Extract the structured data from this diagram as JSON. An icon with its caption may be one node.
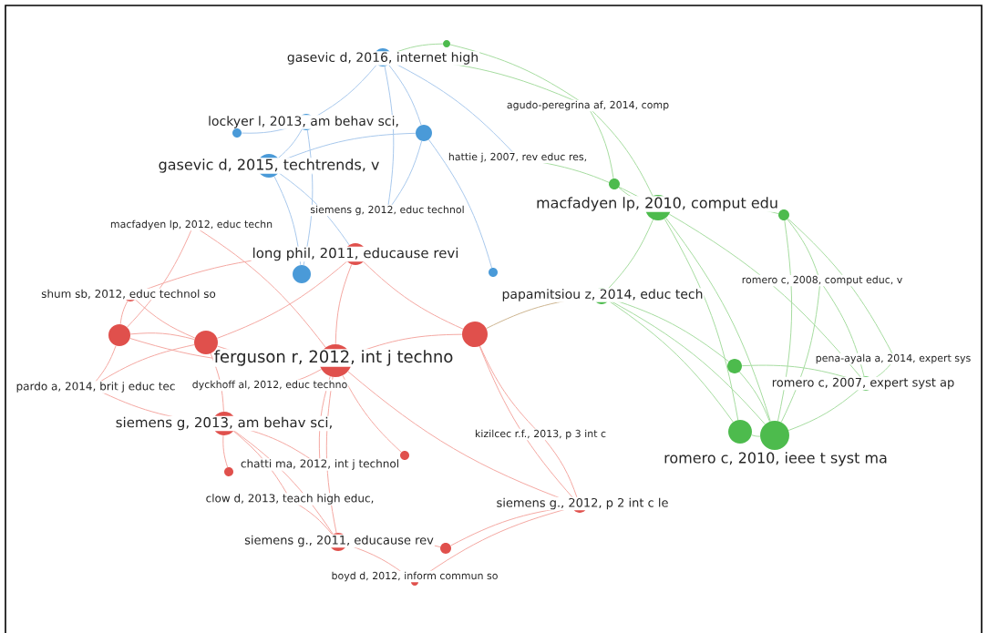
{
  "diagram": {
    "nodes": [
      {
        "text": [
          "gasevic d, 2016, internet high"
        ]
      },
      {
        "text": [
          "agudo-peregrina af, 2014, comp"
        ]
      },
      {
        "text": [
          "lockyer l, 2013, am behav sci,"
        ]
      },
      {
        "text": [
          "hattie j, 2007, rev educ res,"
        ]
      },
      {
        "text": [
          "gasevic d, 2015, techtrends, v"
        ]
      },
      {
        "text": [
          "macfadyen lp, 2010, comput edu"
        ]
      },
      {
        "text": [
          "siemens g, 2012, educ technol"
        ]
      },
      {
        "text": [
          "macfadyen lp, 2012, educ techn"
        ]
      },
      {
        "text": [
          "long phil, 2011, educause revi"
        ]
      },
      {
        "text": [
          "shum sb, 2012, educ technol so"
        ]
      },
      {
        "text": [
          "papamitsiou z, 2014, educ tech"
        ]
      },
      {
        "text": [
          "romero c, 2008, comput educ, v"
        ]
      },
      {
        "text": [
          "ferguson r, 2012, int j techno"
        ]
      },
      {
        "text": [
          "pardo a, 2014, brit j educ tec"
        ]
      },
      {
        "text": [
          "dyckhoff al, 2012, educ techno"
        ]
      },
      {
        "text": [
          "pena-ayala a, 2014, expert sys"
        ]
      },
      {
        "text": [
          "romero c, 2007, expert syst ap"
        ]
      },
      {
        "text": [
          "siemens g, 2013, am behav sci,"
        ]
      },
      {
        "text": [
          "kizilcec r.f., 2013, p 3 int c"
        ]
      },
      {
        "text": [
          "romero c, 2010, ieee t syst ma"
        ]
      },
      {
        "text": [
          "chatti ma, 2012, int j technol"
        ]
      },
      {
        "text": [
          "clow d, 2013, teach high educ,"
        ]
      },
      {
        "text": [
          "siemens g., 2012, p 2 int c le"
        ]
      },
      {
        "text": [
          "siemens g., 2011, educause rev"
        ]
      },
      {
        "text": [
          "boyd d, 2012, inform commun so"
        ]
      },
      {
        "text": [],
        "shape": "circle"
      },
      {
        "text": [],
        "shape": "circle"
      },
      {
        "text": [],
        "shape": "circle"
      },
      {
        "text": [],
        "shape": "circle"
      },
      {
        "text": [],
        "shape": "circle"
      },
      {
        "text": [],
        "shape": "circle"
      },
      {
        "text": [],
        "shape": "circle"
      },
      {
        "text": [],
        "shape": "circle"
      },
      {
        "text": [],
        "shape": "circle"
      },
      {
        "text": [],
        "shape": "circle"
      },
      {
        "text": [],
        "shape": "circle"
      },
      {
        "text": [],
        "shape": "circle"
      },
      {
        "text": [],
        "shape": "circle"
      },
      {
        "text": [],
        "shape": "circle"
      },
      {
        "text": [],
        "shape": "circle"
      }
    ],
    "edges": [
      {
        "from": 0,
        "to": 2,
        "arrow": "none",
        "color": "#a8c8ec"
      },
      {
        "from": 0,
        "to": 26,
        "arrow": "none",
        "color": "#a8c8ec"
      },
      {
        "from": 2,
        "to": 4,
        "arrow": "none",
        "color": "#a8c8ec"
      },
      {
        "from": 2,
        "to": 25,
        "arrow": "none",
        "color": "#a8c8ec"
      },
      {
        "from": 4,
        "to": 26,
        "arrow": "none",
        "color": "#a8c8ec"
      },
      {
        "from": 4,
        "to": 30,
        "arrow": "none",
        "color": "#a8c8ec"
      },
      {
        "from": 0,
        "to": 6,
        "arrow": "none",
        "color": "#a8c8ec"
      },
      {
        "from": 26,
        "to": 6,
        "arrow": "none",
        "color": "#a8c8ec"
      },
      {
        "from": 0,
        "to": 3,
        "arrow": "none",
        "color": "#a8c8ec"
      },
      {
        "from": 2,
        "to": 30,
        "arrow": "none",
        "color": "#a8c8ec"
      },
      {
        "from": 4,
        "to": 8,
        "arrow": "none",
        "color": "#a8c8ec"
      },
      {
        "from": 26,
        "to": 31,
        "arrow": "none",
        "color": "#a8c8ec"
      },
      {
        "from": 27,
        "to": 1,
        "arrow": "none",
        "color": "#a6dca0"
      },
      {
        "from": 1,
        "to": 5,
        "arrow": "none",
        "color": "#a6dca0"
      },
      {
        "from": 1,
        "to": 28,
        "arrow": "none",
        "color": "#a6dca0"
      },
      {
        "from": 5,
        "to": 28,
        "arrow": "none",
        "color": "#a6dca0"
      },
      {
        "from": 5,
        "to": 29,
        "arrow": "none",
        "color": "#a6dca0"
      },
      {
        "from": 5,
        "to": 10,
        "arrow": "none",
        "color": "#a6dca0"
      },
      {
        "from": 5,
        "to": 19,
        "arrow": "none",
        "color": "#a6dca0"
      },
      {
        "from": 5,
        "to": 36,
        "arrow": "none",
        "color": "#a6dca0"
      },
      {
        "from": 29,
        "to": 11,
        "arrow": "none",
        "color": "#a6dca0"
      },
      {
        "from": 29,
        "to": 19,
        "arrow": "none",
        "color": "#a6dca0"
      },
      {
        "from": 11,
        "to": 19,
        "arrow": "none",
        "color": "#a6dca0"
      },
      {
        "from": 11,
        "to": 16,
        "arrow": "none",
        "color": "#a6dca0"
      },
      {
        "from": 15,
        "to": 16,
        "arrow": "none",
        "color": "#a6dca0"
      },
      {
        "from": 16,
        "to": 19,
        "arrow": "none",
        "color": "#a6dca0"
      },
      {
        "from": 19,
        "to": 36,
        "arrow": "none",
        "color": "#a6dca0"
      },
      {
        "from": 35,
        "to": 19,
        "arrow": "none",
        "color": "#a6dca0"
      },
      {
        "from": 35,
        "to": 16,
        "arrow": "none",
        "color": "#a6dca0"
      },
      {
        "from": 10,
        "to": 19,
        "arrow": "none",
        "color": "#a6dca0"
      },
      {
        "from": 10,
        "to": 36,
        "arrow": "none",
        "color": "#a6dca0"
      },
      {
        "from": 3,
        "to": 5,
        "arrow": "none",
        "color": "#a6dca0"
      },
      {
        "from": 0,
        "to": 27,
        "arrow": "none",
        "color": "#a6dca0"
      },
      {
        "from": 0,
        "to": 1,
        "arrow": "none",
        "color": "#a6dca0"
      },
      {
        "from": 10,
        "to": 35,
        "arrow": "none",
        "color": "#a6dca0"
      },
      {
        "from": 29,
        "to": 15,
        "arrow": "none",
        "color": "#a6dca0"
      },
      {
        "from": 5,
        "to": 16,
        "arrow": "none",
        "color": "#a6dca0"
      },
      {
        "from": 12,
        "to": 33,
        "arrow": "none"
      },
      {
        "from": 12,
        "to": 32,
        "arrow": "none"
      },
      {
        "from": 12,
        "to": 8,
        "arrow": "none"
      },
      {
        "from": 12,
        "to": 34,
        "arrow": "none"
      },
      {
        "from": 12,
        "to": 14,
        "arrow": "none"
      },
      {
        "from": 32,
        "to": 33,
        "arrow": "none"
      },
      {
        "from": 32,
        "to": 9,
        "arrow": "none"
      },
      {
        "from": 32,
        "to": 13,
        "arrow": "none"
      },
      {
        "from": 33,
        "to": 17,
        "arrow": "none"
      },
      {
        "from": 33,
        "to": 9,
        "arrow": "none"
      },
      {
        "from": 7,
        "to": 32,
        "arrow": "none"
      },
      {
        "from": 7,
        "to": 12,
        "arrow": "none"
      },
      {
        "from": 17,
        "to": 13,
        "arrow": "none"
      },
      {
        "from": 17,
        "to": 20,
        "arrow": "none"
      },
      {
        "from": 17,
        "to": 21,
        "arrow": "none"
      },
      {
        "from": 17,
        "to": 23,
        "arrow": "none"
      },
      {
        "from": 20,
        "to": 12,
        "arrow": "none"
      },
      {
        "from": 21,
        "to": 23,
        "arrow": "none"
      },
      {
        "from": 23,
        "to": 24,
        "arrow": "none"
      },
      {
        "from": 23,
        "to": 39,
        "arrow": "none"
      },
      {
        "from": 22,
        "to": 12,
        "arrow": "none"
      },
      {
        "from": 22,
        "to": 34,
        "arrow": "none"
      },
      {
        "from": 18,
        "to": 34,
        "arrow": "none"
      },
      {
        "from": 18,
        "to": 22,
        "arrow": "none"
      },
      {
        "from": 37,
        "to": 12,
        "arrow": "none"
      },
      {
        "from": 38,
        "to": 17,
        "arrow": "none"
      },
      {
        "from": 34,
        "to": 8,
        "arrow": "none"
      },
      {
        "from": 8,
        "to": 33,
        "arrow": "none"
      },
      {
        "from": 9,
        "to": 8,
        "arrow": "none"
      },
      {
        "from": 13,
        "to": 33,
        "arrow": "none"
      },
      {
        "from": 23,
        "to": 12,
        "arrow": "none"
      },
      {
        "from": 39,
        "to": 22,
        "arrow": "none"
      },
      {
        "from": 24,
        "to": 22,
        "arrow": "none"
      },
      {
        "from": 34,
        "to": 10,
        "arrow": "none",
        "color": "#cdb590"
      }
    ]
  }
}
